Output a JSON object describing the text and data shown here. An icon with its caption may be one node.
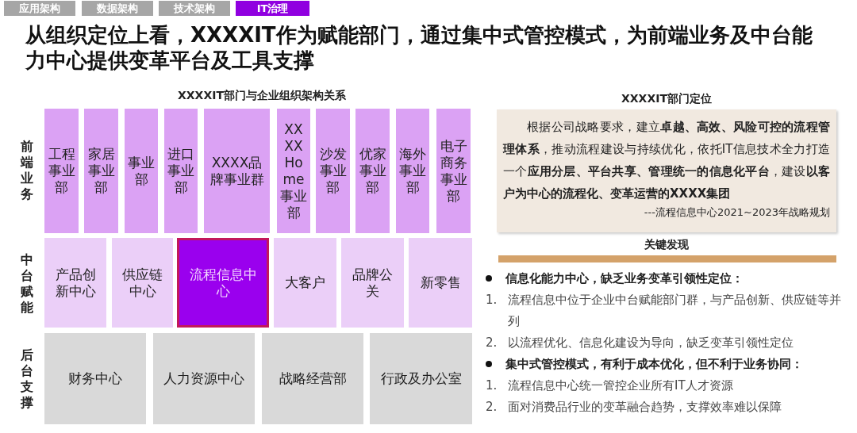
{
  "diagram": {
    "title": "从组织定位上看，XXXXIT作为赋能部门，通过集中式管控模式，为前端业务及中台能力中心提供变革平台及工具支撑",
    "nodes": [
      {
        "text": [
          "应用架构"
        ]
      },
      {
        "text": [
          "数据架构"
        ]
      },
      {
        "text": [
          "技术架构"
        ]
      },
      {
        "text": [
          "IT治理"
        ]
      },
      {
        "text": [
          "工程事业部"
        ]
      },
      {
        "text": [
          "家居事业部"
        ]
      },
      {
        "text": [
          "事业部"
        ]
      },
      {
        "text": [
          "进口事业部"
        ]
      },
      {
        "text": [
          "XXXX品牌事业群"
        ]
      },
      {
        "text": [
          "XXXXHome事业部"
        ]
      },
      {
        "text": [
          "沙发事业部"
        ]
      },
      {
        "text": [
          "优家事业部"
        ]
      },
      {
        "text": [
          "海外事业部"
        ]
      },
      {
        "text": [
          "电子商务事业部"
        ]
      },
      {
        "text": [
          "产品创新中心"
        ]
      },
      {
        "text": [
          "供应链中心"
        ]
      },
      {
        "text": [
          "流程信息中心"
        ]
      },
      {
        "text": [
          "大客户"
        ]
      },
      {
        "text": [
          "品牌公关"
        ]
      },
      {
        "text": [
          "新零售"
        ]
      },
      {
        "text": [
          "财务中心"
        ]
      },
      {
        "text": [
          "人力资源中心"
        ]
      },
      {
        "text": [
          "战略经营部"
        ]
      },
      {
        "text": [
          "行政及办公室"
        ]
      },
      {
        "text": [
          "根据公司战略要求，建立**卓越、高效、风险可控的流程管理体系**，推动流程建设与持续优化，依托IT信息技术全力打造一个**应用分层、平台共享、管理统一的信息化平台**，建设**以客户为中心的流程化、变革运营的XXXX集团**",
          "---流程信息中心2021~2023年战略规划"
        ]
      }
    ],
    "labels": [
      "XXXXIT部门与企业组织架构关系",
      "XXXXIT部门定位",
      "前端业务",
      "中台赋能",
      "后台支撑",
      "关键发现",
      "信息化能力中心，缺乏业务变革引领性定位：",
      "1.",
      "流程信息中位于企业中台赋能部门群，与产品创新、供应链等并列",
      "2.",
      "以流程优化、信息化建设为导向，缺乏变革引领性定位",
      "集中式管控模式，有利于成本优化，但不利于业务协同：",
      "1.",
      "流程信息中心统一管控企业所有IT人才资源",
      "2.",
      "面对消费品行业的变革融合趋势，支撑效率难以保障"
    ]
  }
}
